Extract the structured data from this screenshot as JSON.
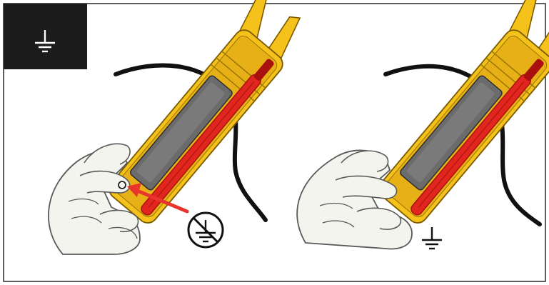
{
  "colors": {
    "frame_border": "#1a1a1a",
    "header_box": "#1c1c1c",
    "header_symbol": "#ffffff",
    "tester_yellow": "#f5c21b",
    "tester_yellow_dark": "#d89e0c",
    "tester_grey": "#6b6b6b",
    "probe_red": "#e0261f",
    "probe_red_dark": "#a8110d",
    "cable": "#111111",
    "hand_fill": "#f4f4ee",
    "hand_stroke": "#5a5a5a",
    "arrow": "#e8342c",
    "symbol": "#111111"
  },
  "icons": {
    "header": "ground-symbol-icon",
    "no_ground": "ground-prohibited-icon",
    "ground": "ground-symbol-icon"
  },
  "panels": [
    {
      "name": "incorrect-grip",
      "shows_arrow": true,
      "symbol": "ground-prohibited"
    },
    {
      "name": "correct-grip",
      "shows_arrow": false,
      "symbol": "ground"
    }
  ]
}
